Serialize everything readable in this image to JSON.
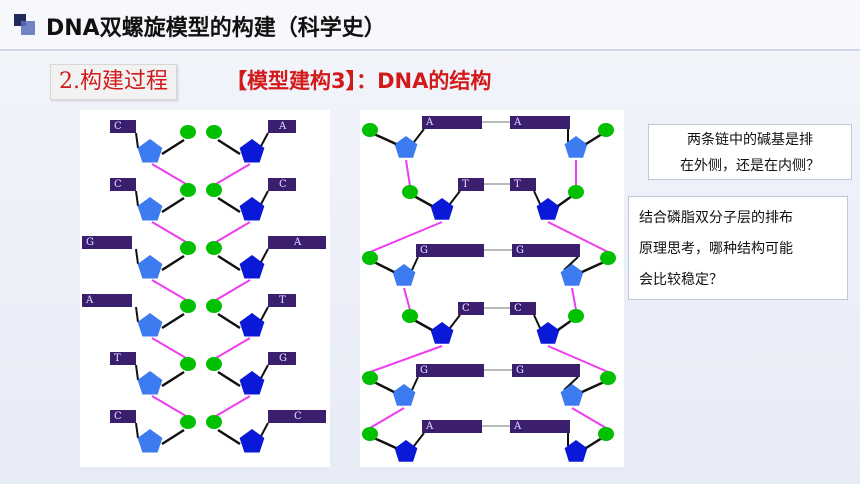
{
  "title": "DNA双螺旋模型的构建（科学史）",
  "section_label": "2.构建过程",
  "section_heading": "【模型建构3】：DNA的结构",
  "left_model": {
    "rows": [
      {
        "left_base": "C",
        "right_base": "A"
      },
      {
        "left_base": "C",
        "right_base": "C"
      },
      {
        "left_base": "G",
        "right_base": "A"
      },
      {
        "left_base": "A",
        "right_base": "T"
      },
      {
        "left_base": "T",
        "right_base": "G"
      },
      {
        "left_base": "C",
        "right_base": "C"
      }
    ]
  },
  "right_model": {
    "rows": [
      {
        "left_base": "A",
        "right_base": "A"
      },
      {
        "left_base": "T",
        "right_base": "T"
      },
      {
        "left_base": "G",
        "right_base": "G"
      },
      {
        "left_base": "C",
        "right_base": "C"
      },
      {
        "left_base": "G",
        "right_base": "G"
      },
      {
        "left_base": "A",
        "right_base": "A"
      }
    ]
  },
  "question_1": {
    "line1": "两条链中的碱基是排",
    "line2": "在外侧，还是在内侧？"
  },
  "question_2": {
    "line1": "结合磷脂双分子层的排布",
    "line2": "原理思考，哪种结构可能",
    "line3": "会比较稳定？"
  },
  "colors": {
    "phosphate": "#00c000",
    "sugar_light": "#3d7bf0",
    "sugar_dark": "#0a18d8",
    "base_block": "#3b1f6e",
    "backbone": "#ee3df0",
    "heading_red": "#d11a1a"
  }
}
